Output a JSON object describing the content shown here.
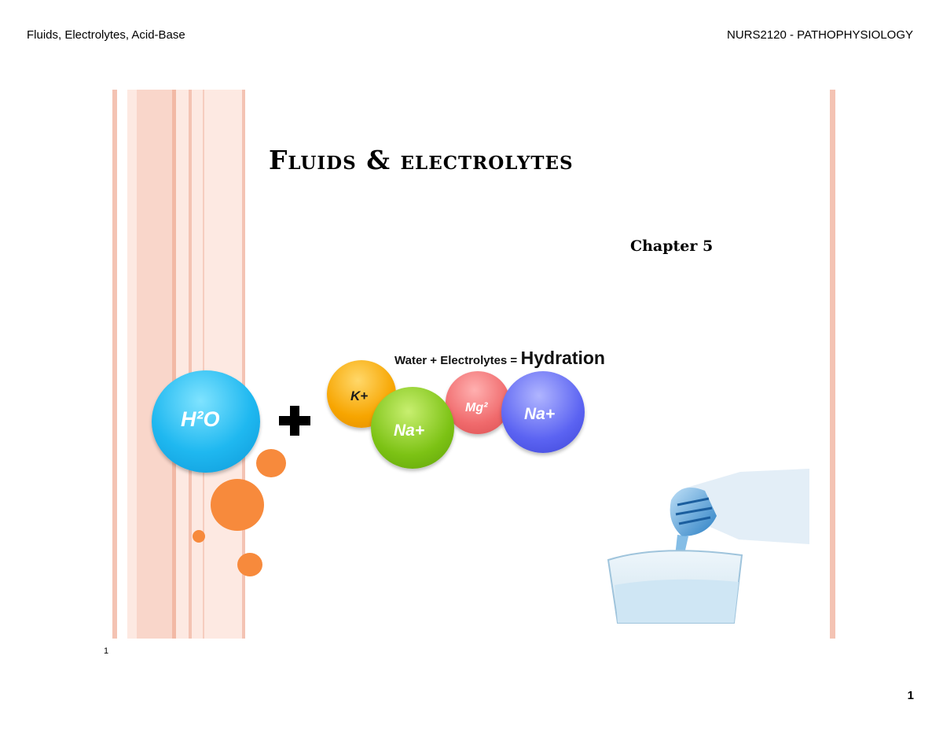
{
  "header": {
    "left": "Fluids, Electrolytes, Acid-Base",
    "right": "NURS2120 - PATHOPHYSIOLOGY"
  },
  "slide": {
    "title": "Fluids & electrolytes",
    "subtitle": "Chapter 5",
    "graphic": {
      "caption_prefix": "Water + Electrolytes =",
      "caption_word": "Hydration",
      "water_label": "H²O",
      "ions": [
        {
          "label": "K+",
          "color": "#f7a500"
        },
        {
          "label": "Na+",
          "color": "#7cc214"
        },
        {
          "label": "Mg²",
          "color": "#f06a6c"
        },
        {
          "label": "Na+",
          "color": "#5b63f2"
        }
      ]
    },
    "number": "1"
  },
  "footer": {
    "page_number": "1"
  },
  "colors": {
    "stripe": "#f4c3b3",
    "accent_orange": "#f78a3c",
    "water_blue": "#1fb8f0"
  }
}
